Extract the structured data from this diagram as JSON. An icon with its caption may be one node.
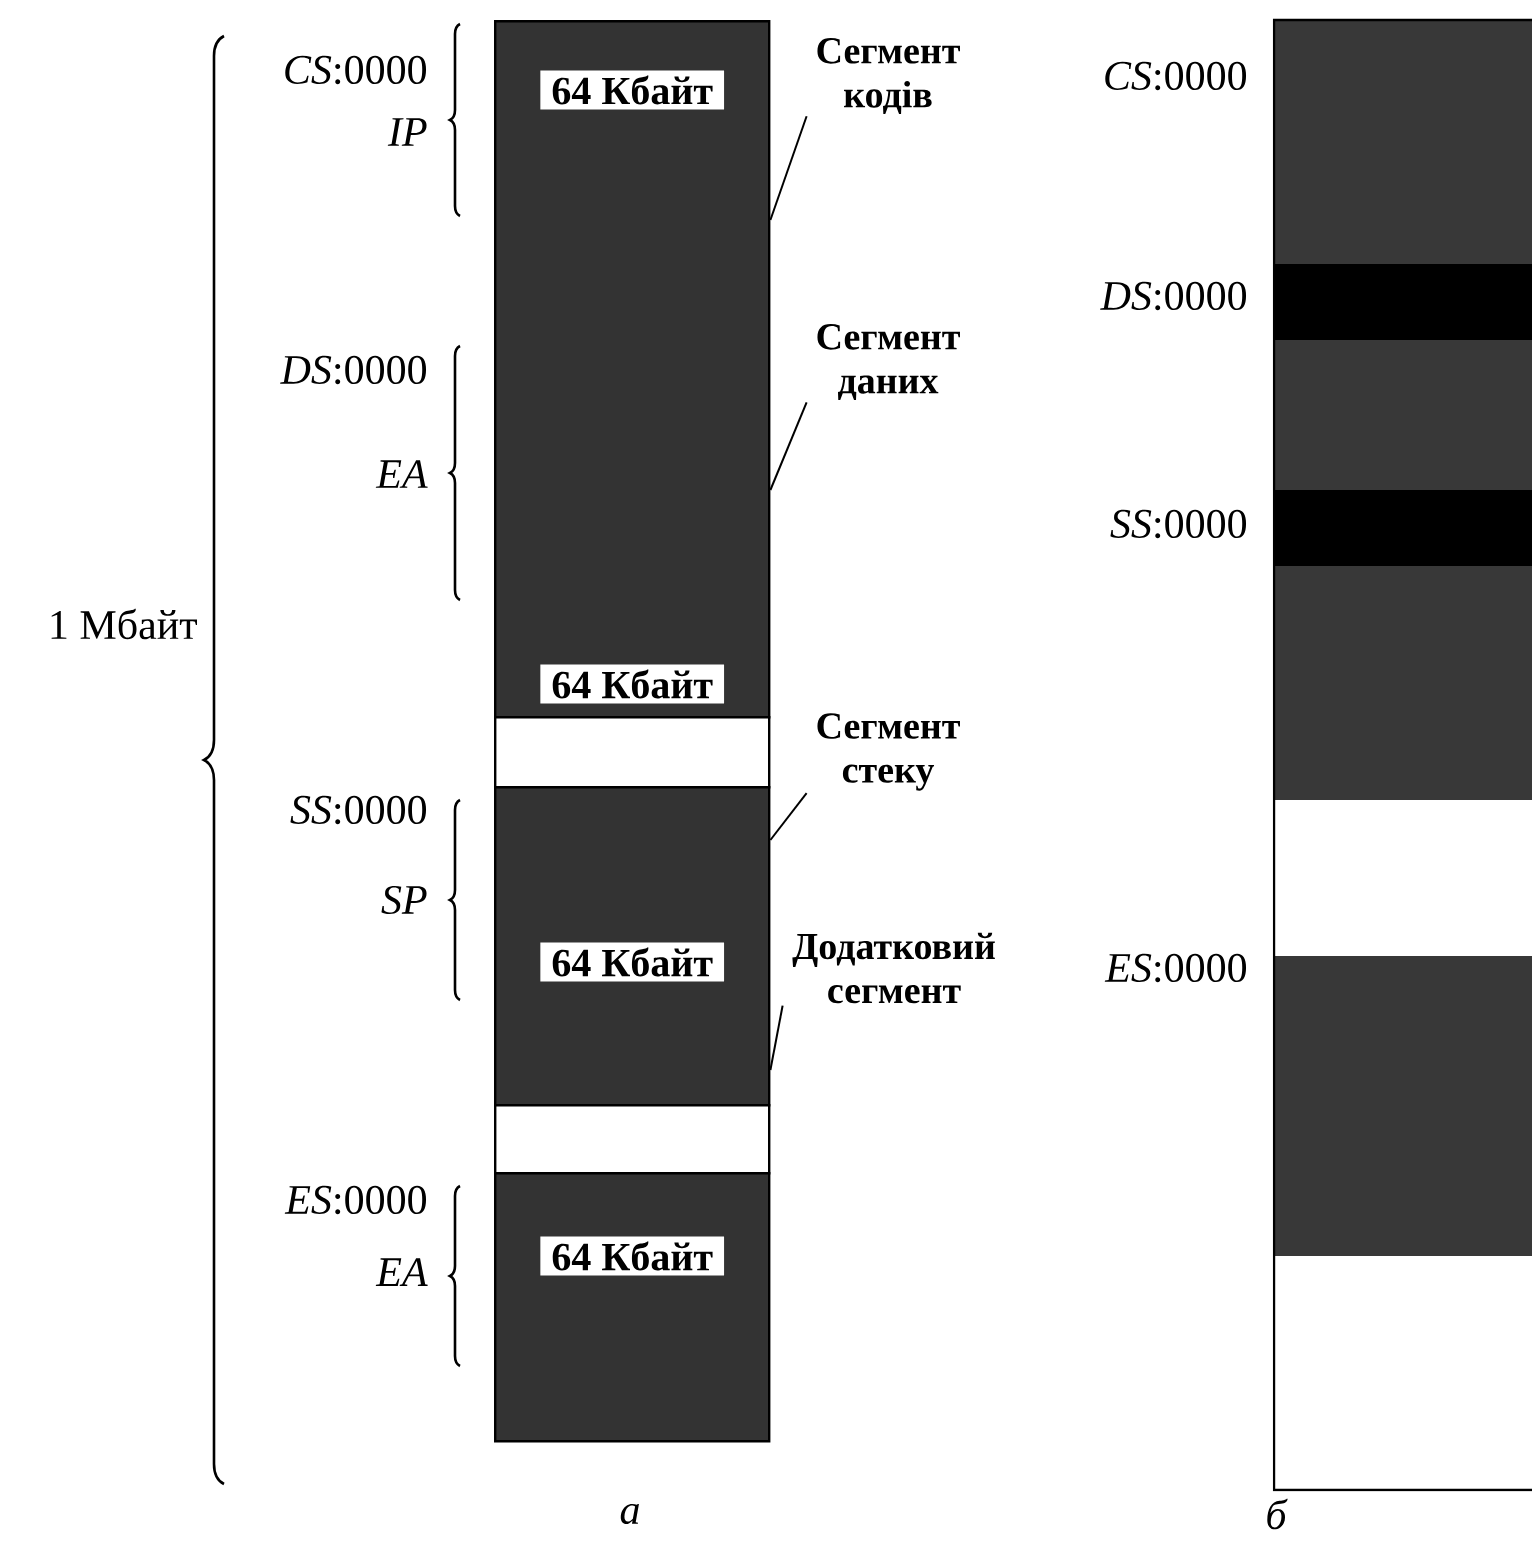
{
  "diagram": {
    "nodes": [
      {
        "text": [],
        "shape": "bar"
      },
      {
        "text": [
          "64 Кбайт"
        ],
        "in": 0
      },
      {
        "text": [
          "64 Кбайт"
        ],
        "in": 0
      },
      {
        "text": [],
        "shape": "box"
      },
      {
        "text": [],
        "shape": "bar"
      },
      {
        "text": [
          "64 Кбайт"
        ],
        "in": 4
      },
      {
        "text": [],
        "shape": "box"
      },
      {
        "text": [],
        "shape": "bar"
      },
      {
        "text": [
          "64 Кбайт"
        ],
        "in": 7
      },
      {
        "text": [
          "Сегмент кодів"
        ]
      },
      {
        "text": [
          "Сегмент даних"
        ]
      },
      {
        "text": [
          "Сегмент стеку"
        ]
      },
      {
        "text": [
          "Додатковий сегмент"
        ]
      }
    ],
    "edges": [
      {
        "from": 9,
        "to": 0,
        "arrow": "none"
      },
      {
        "from": 10,
        "to": 0,
        "arrow": "none"
      },
      {
        "from": 11,
        "to": 4,
        "arrow": "none"
      },
      {
        "from": 12,
        "to": 4,
        "arrow": "none"
      }
    ],
    "labels": [
      "1 Мбайт",
      "*CS*:0000",
      "IP",
      "*DS*:0000",
      "EA",
      "*SS*:0000",
      "SP",
      "*ES*:0000",
      "EA",
      "*CS*:0000",
      "*DS*:0000",
      "*SS*:0000",
      "*ES*:0000",
      "а",
      "б"
    ]
  }
}
